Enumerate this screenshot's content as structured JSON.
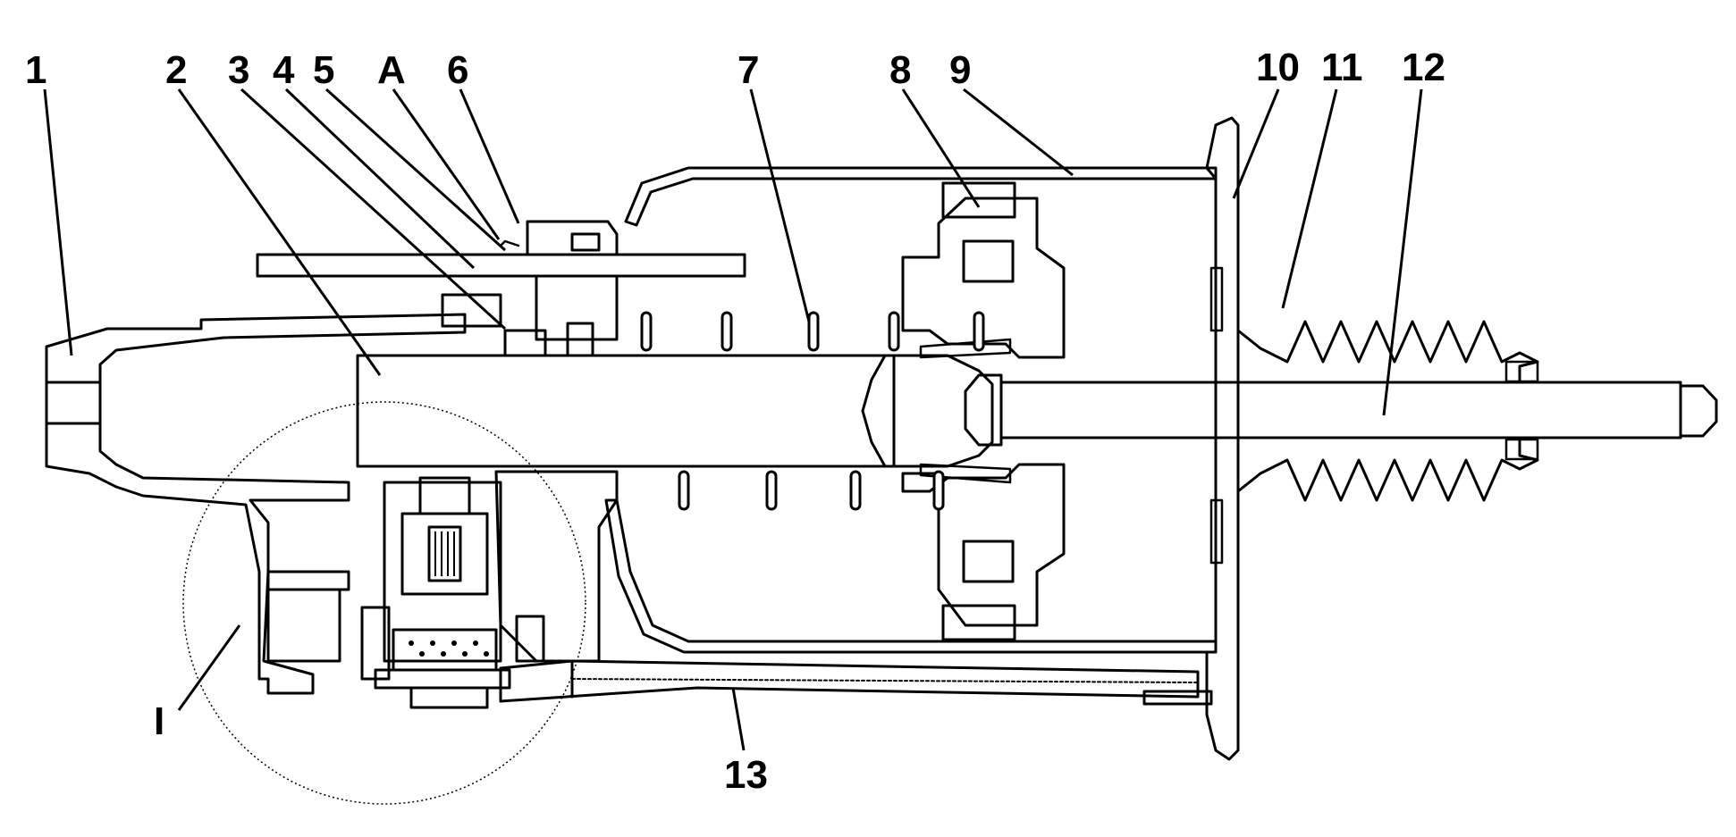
{
  "callouts": [
    {
      "id": "1",
      "label": "1"
    },
    {
      "id": "2",
      "label": "2"
    },
    {
      "id": "3",
      "label": "3"
    },
    {
      "id": "4",
      "label": "4"
    },
    {
      "id": "5",
      "label": "5"
    },
    {
      "id": "A",
      "label": "A"
    },
    {
      "id": "6",
      "label": "6"
    },
    {
      "id": "7",
      "label": "7"
    },
    {
      "id": "8",
      "label": "8"
    },
    {
      "id": "9",
      "label": "9"
    },
    {
      "id": "10",
      "label": "10"
    },
    {
      "id": "11",
      "label": "11"
    },
    {
      "id": "12",
      "label": "12"
    },
    {
      "id": "13",
      "label": "13"
    },
    {
      "id": "I",
      "label": "I"
    }
  ]
}
